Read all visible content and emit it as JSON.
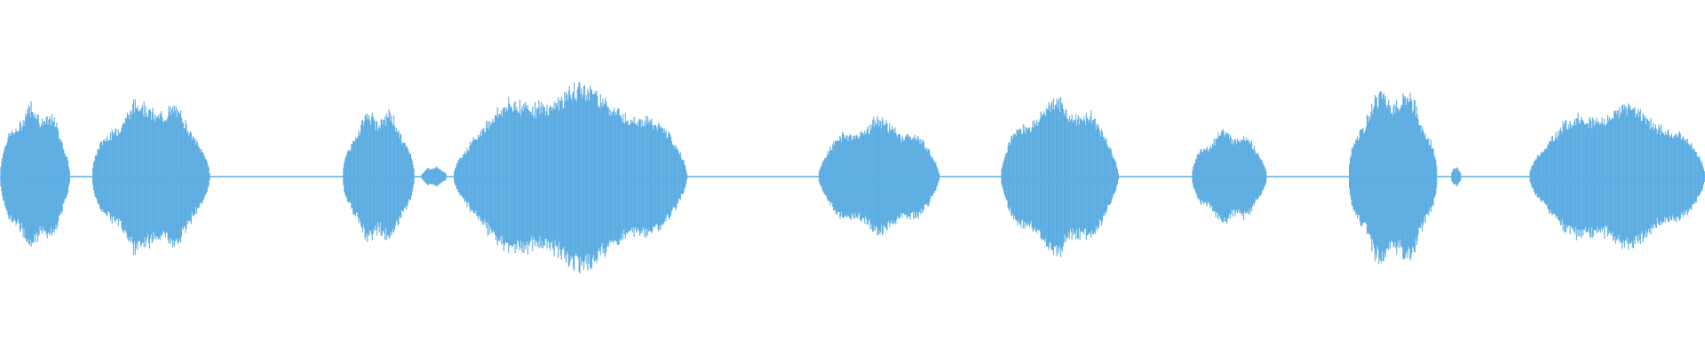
{
  "waveform": {
    "color": "#5DADE2",
    "baseline_color": "#5DADE2",
    "segments": [
      {
        "start": 0.0,
        "end": 0.041,
        "peak": 0.58
      },
      {
        "start": 0.054,
        "end": 0.123,
        "peak": 0.62
      },
      {
        "start": 0.201,
        "end": 0.243,
        "peak": 0.54
      },
      {
        "start": 0.247,
        "end": 0.262,
        "peak": 0.08
      },
      {
        "start": 0.266,
        "end": 0.403,
        "peak": 0.73
      },
      {
        "start": 0.48,
        "end": 0.551,
        "peak": 0.46
      },
      {
        "start": 0.587,
        "end": 0.656,
        "peak": 0.62
      },
      {
        "start": 0.699,
        "end": 0.743,
        "peak": 0.38
      },
      {
        "start": 0.791,
        "end": 0.843,
        "peak": 0.72
      },
      {
        "start": 0.851,
        "end": 0.857,
        "peak": 0.08
      },
      {
        "start": 0.897,
        "end": 1.0,
        "peak": 0.58
      }
    ]
  }
}
